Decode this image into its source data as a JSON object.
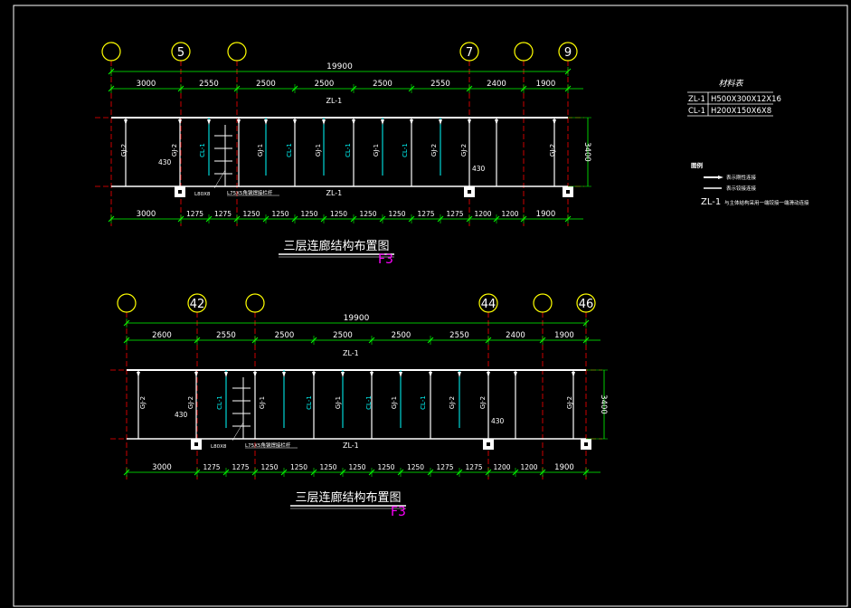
{
  "colors": {
    "background": "#000000",
    "frame": "#ffffff",
    "dimension": "#00ff00",
    "grid_axis": "#ff0000",
    "bubble": "#ffff00",
    "secondary_beam": "#00ffff",
    "title_tag": "#ff00ff",
    "text": "#ffffff"
  },
  "drawings": [
    {
      "axes": [
        "",
        "5",
        "",
        "7",
        "",
        "9"
      ],
      "total": "19900",
      "top_dims": [
        "3000",
        "2550",
        "2500",
        "2500",
        "2500",
        "2550",
        "2400",
        "1900"
      ],
      "bottom_dims": [
        "3000",
        "1275",
        "1275",
        "1250",
        "1250",
        "1250",
        "1250",
        "1250",
        "1250",
        "1275",
        "1275",
        "1200",
        "1200",
        "1900"
      ],
      "beam_top_label": "ZL-1",
      "beam_bottom_label": "ZL-1",
      "height_dim": "3400",
      "column_labels": [
        "GJ-2",
        "GJ-2",
        "CL-1",
        "GJ-1",
        "CL-1",
        "GJ-1",
        "CL-1",
        "GJ-1",
        "CL-1",
        "GJ-2",
        "GJ-2"
      ],
      "left_offset": "430",
      "right_offset": "430",
      "angle_note_1": "L80X8",
      "angle_note_2": "L75X5角钢焊接栏杆",
      "title": "三层连廊结构布置图",
      "title_tag": "F3"
    },
    {
      "axes": [
        "",
        "42",
        "",
        "44",
        "",
        "46"
      ],
      "total": "19900",
      "top_dims": [
        "2600",
        "2550",
        "2500",
        "2500",
        "2500",
        "2550",
        "2400",
        "1900"
      ],
      "bottom_dims": [
        "3000",
        "1275",
        "1275",
        "1250",
        "1250",
        "1250",
        "1250",
        "1250",
        "1250",
        "1275",
        "1275",
        "1200",
        "1200",
        "1900"
      ],
      "beam_top_label": "ZL-1",
      "beam_bottom_label": "ZL-1",
      "height_dim": "3400",
      "column_labels": [
        "GJ-2",
        "GJ-2",
        "CL-1",
        "GJ-1",
        "CL-1",
        "GJ-1",
        "CL-1",
        "GJ-1",
        "CL-1",
        "GJ-2",
        "GJ-2"
      ],
      "left_offset": "430",
      "right_offset": "430",
      "angle_note_1": "L80X8",
      "angle_note_2": "L75X5角钢焊接栏杆",
      "title": "三层连廊结构布置图",
      "title_tag": "F3"
    }
  ],
  "material_table": {
    "title": "材料表",
    "rows": [
      {
        "code": "ZL-1",
        "spec": "H500X300X12X16"
      },
      {
        "code": "CL-1",
        "spec": "H200X150X6X8"
      }
    ]
  },
  "legend": {
    "title": "图例",
    "items": [
      "表示刚性连接",
      "表示铰接连接"
    ],
    "note_code": "ZL-1",
    "note_text": "与主体结构采用一端铰接一端滑动连接"
  }
}
